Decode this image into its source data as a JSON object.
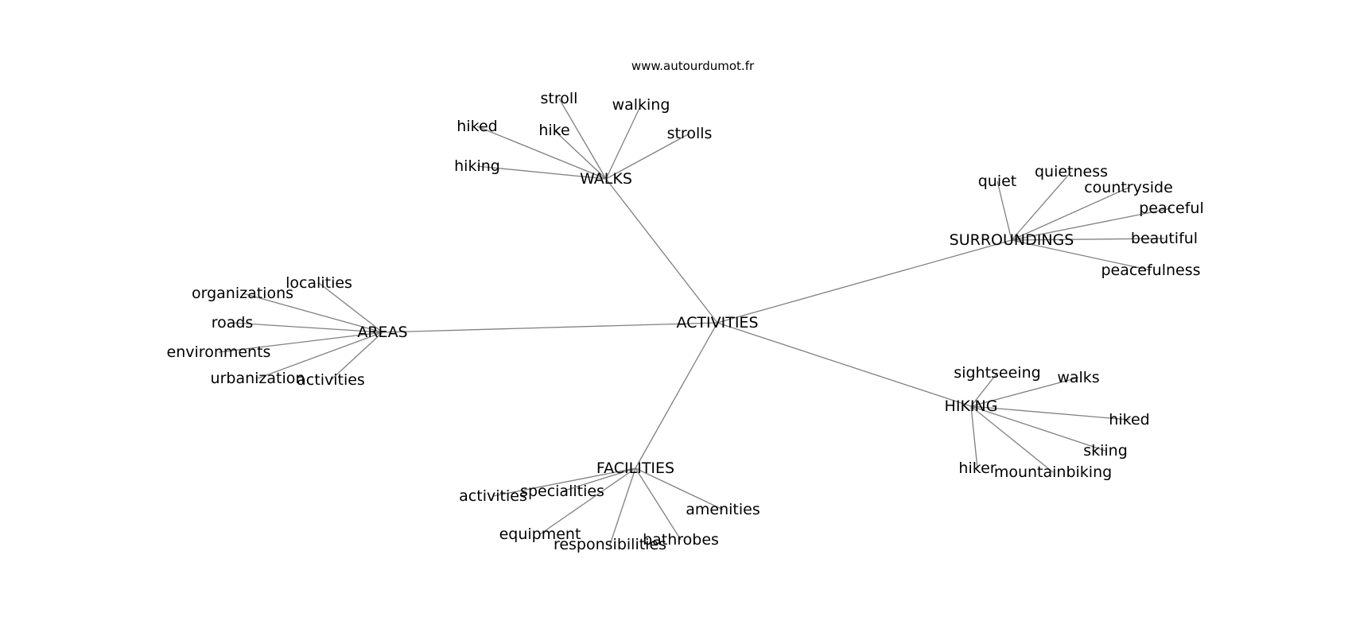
{
  "watermark": "www.autourdumot.fr",
  "graph": {
    "root": "ACTIVITIES",
    "branches": [
      {
        "hub": "WALKS",
        "leaves": [
          "stroll",
          "walking",
          "hike",
          "hiked",
          "strolls",
          "hiking"
        ]
      },
      {
        "hub": "SURROUNDINGS",
        "leaves": [
          "quiet",
          "quietness",
          "countryside",
          "peaceful",
          "beautiful",
          "peacefulness"
        ]
      },
      {
        "hub": "AREAS",
        "leaves": [
          "localities",
          "organizations",
          "roads",
          "environments",
          "urbanization",
          "activities"
        ]
      },
      {
        "hub": "HIKING",
        "leaves": [
          "sightseeing",
          "walks",
          "hiked",
          "skiing",
          "hiker",
          "mountainbiking"
        ]
      },
      {
        "hub": "FACILITIES",
        "leaves": [
          "activities",
          "specialities",
          "amenities",
          "equipment",
          "responsibilities",
          "bathrobes"
        ]
      }
    ]
  }
}
